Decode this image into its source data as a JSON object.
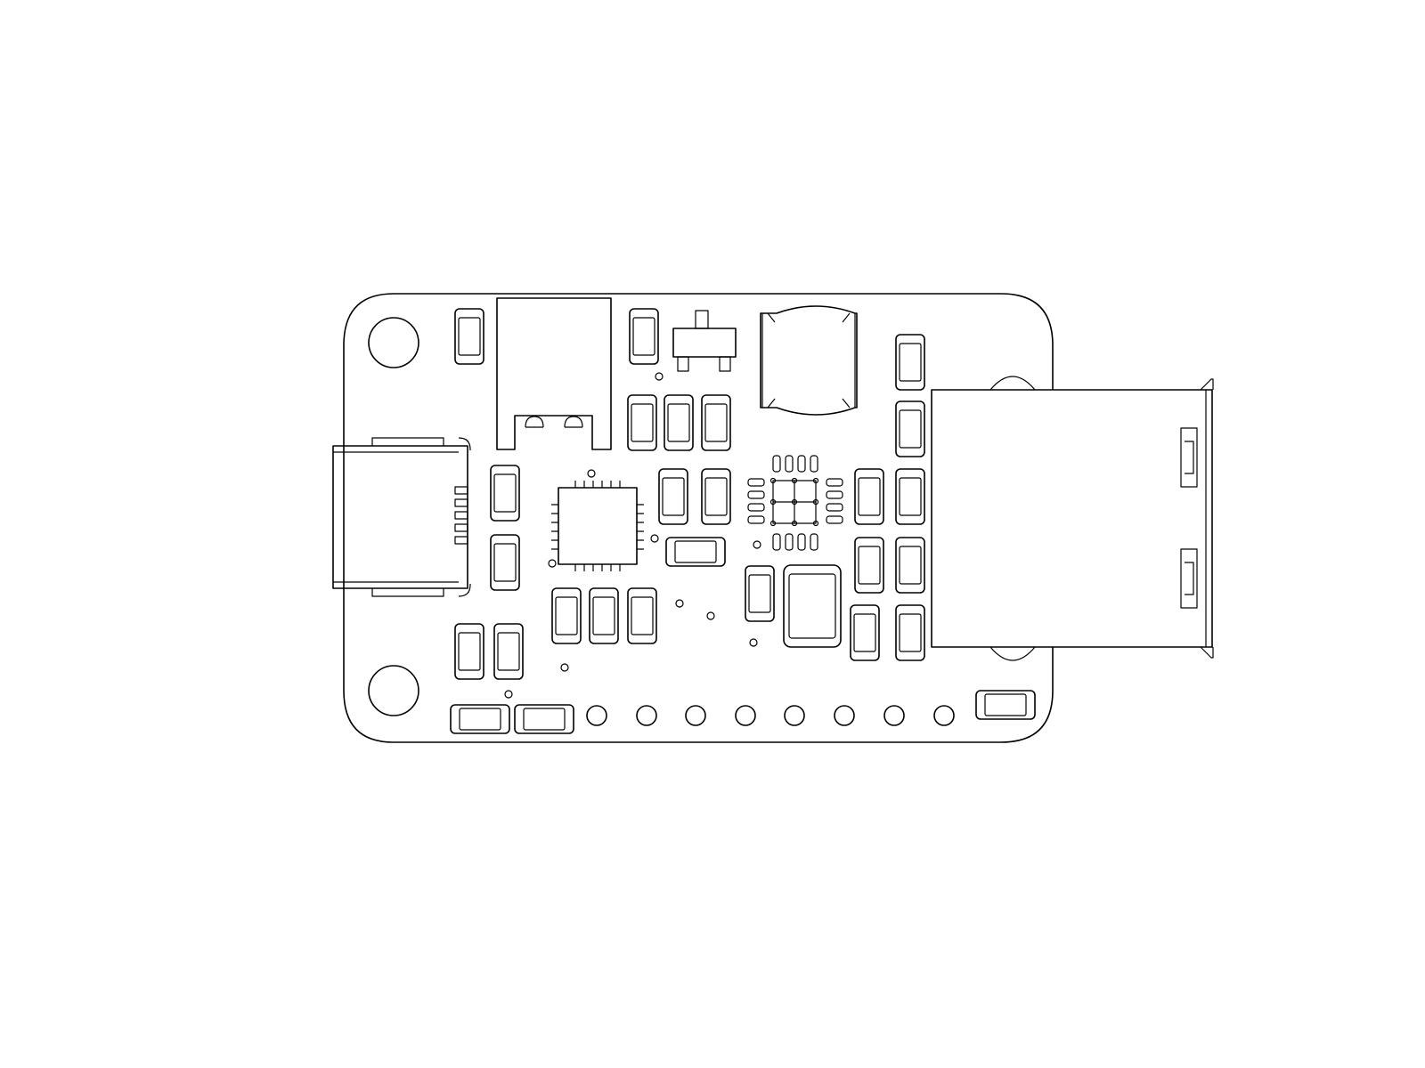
{
  "drawing": {
    "kind": "pcb-top-view-line-art",
    "line_color": "#000000",
    "background_color": "#ffffff",
    "components": {
      "mounting_holes": 2,
      "micro_usb_connector": 1,
      "usb_a_receptacle": 1,
      "qfn_ic": 1,
      "bga_package": 1,
      "sot23_transistor": 1,
      "inductor": 1,
      "power_inductor": 1,
      "smd_passives": 26,
      "header_holes": 8,
      "vias": 10
    }
  }
}
